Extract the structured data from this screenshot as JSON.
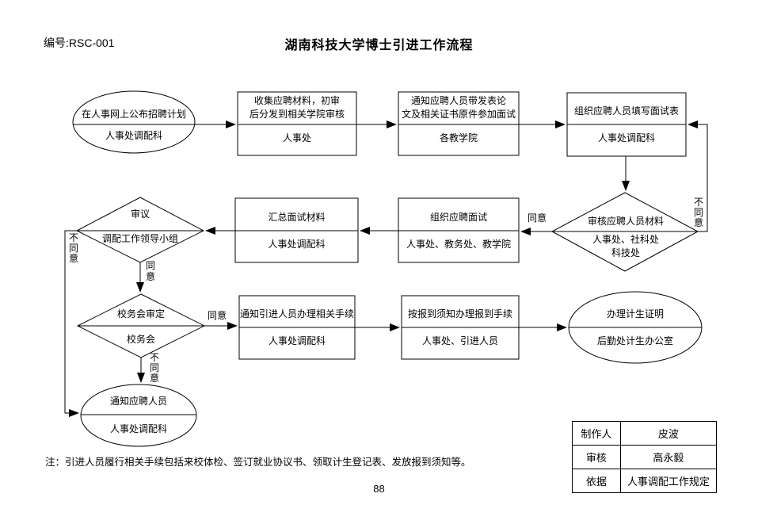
{
  "page": {
    "doc_number": "编号:RSC-001",
    "title": "湖南科技大学博士引进工作流程",
    "note": "注：引进人员履行相关手续包括来校体检、签订就业协议书、领取计生登记表、发放报到须知等。",
    "page_number": "88"
  },
  "nodes": {
    "publish_plan": {
      "line1": "在人事网上公布招聘计划",
      "line2": "人事处调配科"
    },
    "collect_materials": {
      "line1": "收集应聘材料，初审\n后分发到相关学院审核",
      "line2": "人事处"
    },
    "notify_interview": {
      "line1": "通知应聘人员带发表论\n文及相关证书原件参加面试",
      "line2": "各教学院"
    },
    "fill_form": {
      "line1": "组织应聘人员填写面试表",
      "line2": "人事处调配科"
    },
    "review_materials": {
      "line1": "审核应聘人员材料",
      "line2": "人事处、社科处\n科技处"
    },
    "organize_interview": {
      "line1": "组织应聘面试",
      "line2": "人事处、教务处、教学院"
    },
    "summarize": {
      "line1": "汇总面试材料",
      "line2": "人事处调配科"
    },
    "deliberate": {
      "line1": "审议",
      "line2": "调配工作领导小组"
    },
    "school_council": {
      "line1": "校务会审定",
      "line2": "校务会"
    },
    "notify_procedures": {
      "line1": "通知引进人员办理相关手续",
      "line2": "人事处调配科"
    },
    "checkin": {
      "line1": "按报到须知办理报到手续",
      "line2": "人事处、引进人员"
    },
    "family_planning": {
      "line1": "办理计生证明",
      "line2": "后勤处计生办公室"
    },
    "notify_applicants": {
      "line1": "通知应聘人员",
      "line2": "人事处调配科"
    }
  },
  "edge_labels": {
    "agree_review": "同意",
    "disagree_review": "不\n同\n意",
    "disagree_deliberate": "不\n同\n意",
    "agree_deliberate": "同\n意",
    "agree_council": "同意",
    "disagree_council": "不\n同\n意"
  },
  "info_table": {
    "rows": [
      {
        "label": "制作人",
        "value": "皮波"
      },
      {
        "label": "审核",
        "value": "高永毅"
      },
      {
        "label": "依据",
        "value": "人事调配工作规定"
      }
    ]
  },
  "colors": {
    "ink": "#000000",
    "paper": "#ffffff"
  }
}
